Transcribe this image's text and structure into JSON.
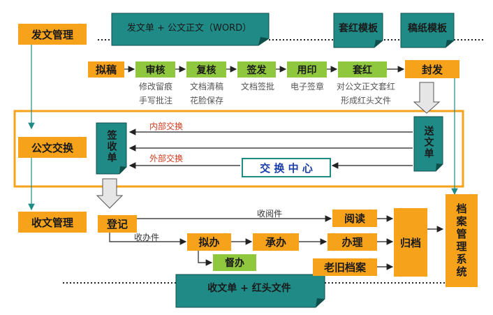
{
  "left": {
    "send_mgmt": "发文管理",
    "exchange": "公文交换",
    "receive_mgmt": "收文管理"
  },
  "top": {
    "doc_banner": "发文单 + 公文正文（WORD）",
    "red_template": "套红模板",
    "paper_template": "稿纸模板"
  },
  "steps": {
    "draft": "拟稿",
    "review": "审核",
    "recheck": "复核",
    "sign": "签发",
    "seal": "用印",
    "redhead": "套红",
    "seal_send": "封发"
  },
  "sublabels": {
    "review": [
      "修改留痕",
      "手写批注"
    ],
    "recheck": [
      "文档清稿",
      "花脸保存"
    ],
    "sign": [
      "文档签批"
    ],
    "seal": [
      "电子签章"
    ],
    "redhead": [
      "对公文正文套红",
      "形成红头文件"
    ]
  },
  "exchange": {
    "send_doc": "送文单",
    "receipt": "签收单",
    "internal": "内部交换",
    "external": "外部交换",
    "center": "交 换 中 心"
  },
  "receive": {
    "register": "登记",
    "read_doc": "收阅件",
    "handle_doc": "收办件",
    "read": "阅读",
    "propose": "拟办",
    "undertake": "承办",
    "process": "办理",
    "supervise": "督办",
    "archive": "归档",
    "old_archive": "老旧档案",
    "archive_system": "档案管理系统",
    "bottom_banner": "收文单 + 红头文件"
  }
}
